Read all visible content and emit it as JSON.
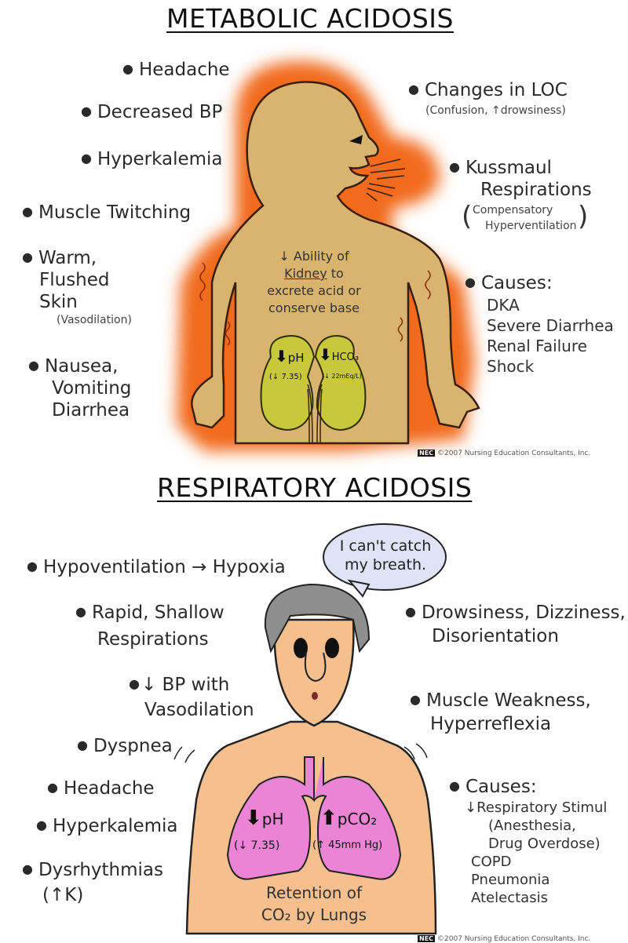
{
  "metabolic": {
    "title": "METABOLIC ACIDOSIS",
    "left_items": [
      {
        "label": "Headache"
      },
      {
        "label": "Decreased BP"
      },
      {
        "label": "Hyperkalemia"
      },
      {
        "label": "Muscle Twitching"
      },
      {
        "label": "Warm,",
        "line2": "Flushed",
        "line3": "Skin",
        "note": "(Vasodilation)"
      },
      {
        "label": "Nausea,",
        "line2": "Vomiting",
        "line3": "Diarrhea"
      }
    ],
    "right_items": [
      {
        "label": "Changes in LOC",
        "note": "(Confusion, ↑drowsiness)"
      },
      {
        "label": "Kussmaul",
        "line2": "Respirations",
        "note1": "Compensatory",
        "note2": "Hyperventilation"
      }
    ],
    "causes": {
      "label": "Causes:",
      "list": [
        "DKA",
        "Severe Diarrhea",
        "Renal Failure",
        "Shock"
      ]
    },
    "body_text": {
      "line1": "↓ Ability of",
      "line2": "Kidney",
      "line2_rest": " to",
      "line3": "excrete acid or",
      "line4": "conserve base"
    },
    "kidneys": {
      "left_label": "pH",
      "left_value": "(↓ 7.35)",
      "right_label": "HCO₃",
      "right_value": "(↓ 22mEq/L)"
    },
    "copyright": "©2007 Nursing Education Consultants, Inc.",
    "logo": "NEC",
    "colors": {
      "glow": "#f26a1b",
      "skin": "#d9b46f",
      "kidney": "#c8c83a"
    }
  },
  "respiratory": {
    "title": "RESPIRATORY ACIDOSIS",
    "speech_bubble": {
      "line1": "I can't catch",
      "line2": "my breath."
    },
    "left_items": [
      {
        "label": "Hypoventilation → Hypoxia"
      },
      {
        "label": "Rapid, Shallow",
        "line2": "Respirations"
      },
      {
        "label": "↓ BP with",
        "line2": "Vasodilation"
      },
      {
        "label": "Dyspnea"
      },
      {
        "label": "Headache"
      },
      {
        "label": "Hyperkalemia"
      },
      {
        "label": "Dysrhythmias",
        "line2": "(↑K)"
      }
    ],
    "right_items": [
      {
        "label": "Drowsiness, Dizziness,",
        "line2": "Disorientation"
      },
      {
        "label": "Muscle Weakness,",
        "line2": "Hyperreflexia"
      }
    ],
    "causes": {
      "label": "Causes:",
      "list": [
        "↓Respiratory Stimul",
        "(Anesthesia,",
        "Drug Overdose)",
        "COPD",
        "Pneumonia",
        "Atelectasis"
      ]
    },
    "lungs": {
      "left_label": "pH",
      "left_value": "(↓ 7.35)",
      "right_label": "pCO₂",
      "right_value": "(↑ 45mm Hg)"
    },
    "body_text": {
      "line1": "Retention of",
      "line2": "CO₂ by Lungs"
    },
    "copyright": "©2007 Nursing Education Consultants, Inc.",
    "logo": "NEC",
    "colors": {
      "skin": "#f5bf8e",
      "lungs": "#ec84d6",
      "hair": "#8e8e8e",
      "bubble": "#dfe3f5"
    }
  }
}
